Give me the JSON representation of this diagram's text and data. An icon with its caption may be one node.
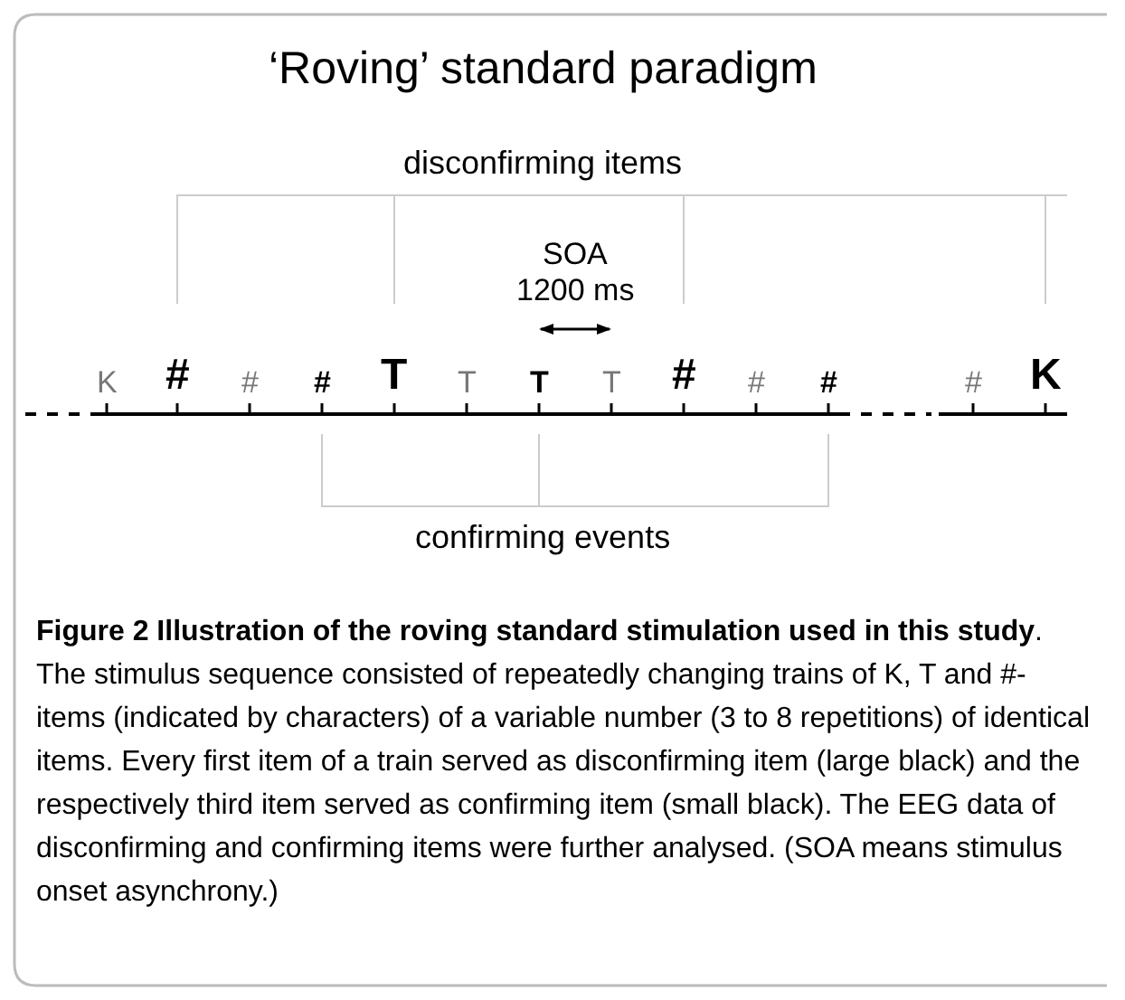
{
  "diagram": {
    "title": "‘Roving’ standard paradigm",
    "caption": "**Figure 2 Illustration of the roving standard stimulation used in this study**. The stimulus sequence consisted of repeatedly changing trains of K, T and #-items (indicated by characters) of a variable number (3 to 8 repetitions) of identical items. Every first item of a train served as disconfirming item (large black) and the respectively third item served as confirming item (small black). The EEG data of disconfirming and confirming items were further analysed. (SOA means stimulus onset asynchrony.)",
    "labels": [
      "disconfirming items",
      "SOA",
      "1200 ms",
      "K",
      "#",
      "#",
      "#",
      "T",
      "T",
      "T",
      "T",
      "#",
      "#",
      "#",
      "#",
      "K",
      "confirming events"
    ]
  }
}
